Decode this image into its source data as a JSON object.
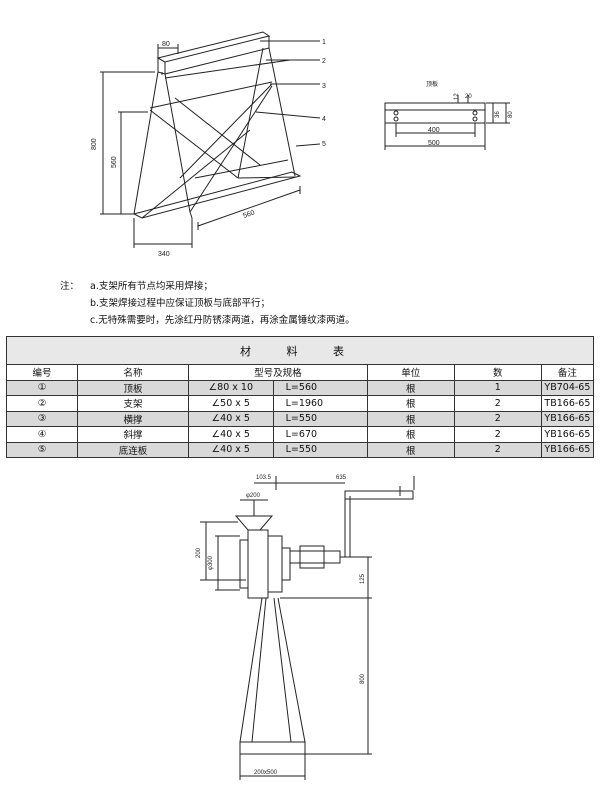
{
  "drawing1": {
    "callouts": [
      "1",
      "2",
      "3",
      "4",
      "5"
    ],
    "dims": {
      "top_width": "80",
      "height": "800",
      "inner_height": "560",
      "base_depth": "560",
      "base_width": "340"
    }
  },
  "drawing2": {
    "label": "顶板",
    "dims": {
      "d12": "12",
      "d20": "20",
      "d36": "36",
      "d80": "80",
      "d400": "400",
      "d500": "500"
    }
  },
  "notes": {
    "prefix": "注：",
    "items": [
      "a.支架所有节点均采用焊接；",
      "b.支架焊接过程中应保证顶板与底部平行；",
      "c.无特殊需要时，先涂红丹防锈漆两道，再涂金属锤纹漆两道。"
    ]
  },
  "table": {
    "title": "材 料 表",
    "headers": [
      "编号",
      "名称",
      "型号及规格",
      "单位",
      "数",
      "备注"
    ],
    "rows": [
      {
        "no": "①",
        "name": "顶板",
        "spec": "∠80 x 10",
        "len": "L=560",
        "unit": "根",
        "qty": "1",
        "note": "YB704-65"
      },
      {
        "no": "②",
        "name": "支架",
        "spec": "∠50 x 5",
        "len": "L=1960",
        "unit": "根",
        "qty": "2",
        "note": "TB166-65"
      },
      {
        "no": "③",
        "name": "横撑",
        "spec": "∠40 x 5",
        "len": "L=550",
        "unit": "根",
        "qty": "2",
        "note": "YB166-65"
      },
      {
        "no": "④",
        "name": "斜撑",
        "spec": "∠40 x 5",
        "len": "L=670",
        "unit": "根",
        "qty": "2",
        "note": "YB166-65"
      },
      {
        "no": "⑤",
        "name": "底连板",
        "spec": "∠40 x 5",
        "len": "L=550",
        "unit": "根",
        "qty": "2",
        "note": "YB166-65"
      }
    ]
  },
  "drawing3": {
    "dims": {
      "d103": "103.5",
      "d635": "635",
      "d200top": "φ200",
      "d200": "200",
      "d300": "φ300",
      "d125": "125",
      "d800": "800",
      "base": "200x500"
    }
  }
}
